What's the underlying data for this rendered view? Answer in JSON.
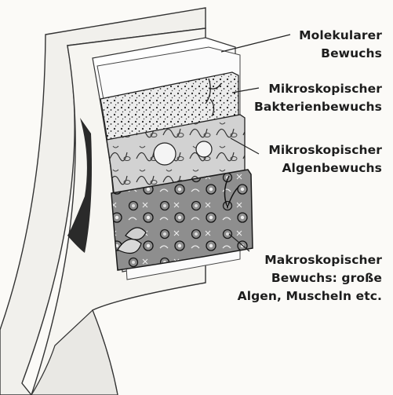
{
  "labels": {
    "molecular": {
      "line1": "Molekularer",
      "line2": "Bewuchs"
    },
    "bacteria": {
      "line1": "Mikroskopischer",
      "line2": "Bakterienbewuchs"
    },
    "algae": {
      "line1": "Mikroskopischer",
      "line2": "Algenbewuchs"
    },
    "macro": {
      "line1": "Makroskopischer",
      "line2": "Bewuchs: große",
      "line3": "Algen, Muscheln etc."
    }
  },
  "colors": {
    "ink": "#1d1d1d",
    "paper": "#fbfaf7",
    "bacteria_layer": "#e6e6e6",
    "algae_layer": "#cfcfcf",
    "macro_layer": "#9a9a9a"
  }
}
